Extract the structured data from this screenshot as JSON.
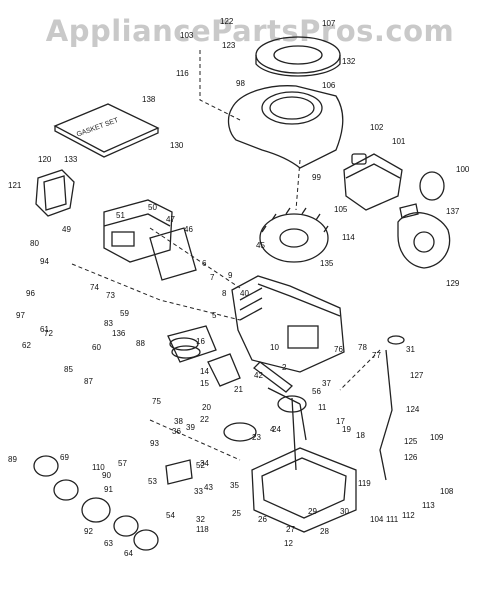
{
  "watermark": "AppliancePartsPros.com",
  "gasket_set_label": "GASKET SET",
  "parts": [
    "100",
    "101",
    "102",
    "103",
    "104",
    "105",
    "106",
    "107",
    "108",
    "109",
    "110",
    "111",
    "112",
    "113",
    "114",
    "116",
    "118",
    "119",
    "120",
    "121",
    "122",
    "123",
    "124",
    "125",
    "126",
    "127",
    "129",
    "130",
    "132",
    "133",
    "135",
    "136",
    "137",
    "138",
    "2",
    "4",
    "5",
    "6",
    "7",
    "8",
    "9",
    "10",
    "11",
    "12",
    "14",
    "15",
    "16",
    "17",
    "18",
    "19",
    "20",
    "21",
    "22",
    "23",
    "24",
    "25",
    "26",
    "27",
    "28",
    "29",
    "30",
    "31",
    "32",
    "33",
    "34",
    "35",
    "36",
    "37",
    "38",
    "39",
    "40",
    "42",
    "43",
    "45",
    "46",
    "47",
    "49",
    "50",
    "51",
    "52",
    "53",
    "54",
    "56",
    "57",
    "59",
    "60",
    "61",
    "62",
    "63",
    "64",
    "69",
    "72",
    "73",
    "74",
    "75",
    "76",
    "77",
    "78",
    "80",
    "83",
    "85",
    "87",
    "88",
    "89",
    "90",
    "91",
    "92",
    "93",
    "94",
    "96",
    "97",
    "98",
    "99"
  ]
}
